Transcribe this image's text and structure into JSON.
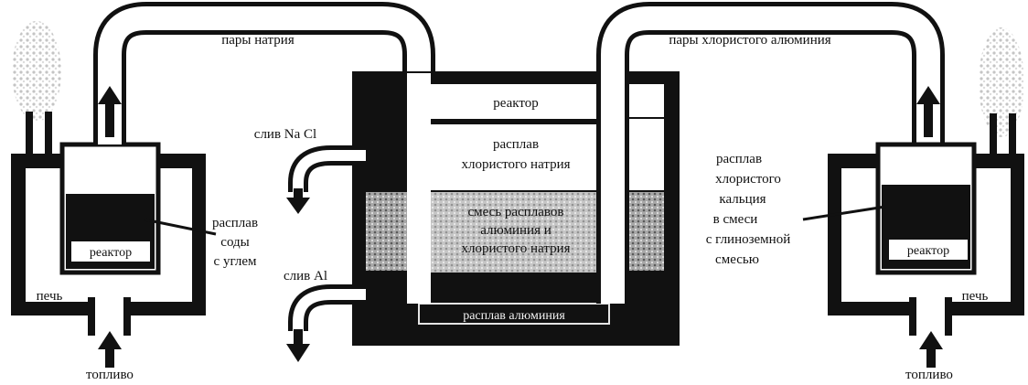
{
  "labels": {
    "sodium_vapor": "пары натрия",
    "aluminum_chloride_vapor": "пары хлористого алюминия",
    "reactor_top": "реактор",
    "nacl_tap": "слив Na Cl",
    "molten_sodium_chloride": [
      "расплав",
      "хлористого натрия"
    ],
    "mixture": [
      "смесь расплавов",
      "алюминия и",
      "хлористого натрия"
    ],
    "molten_aluminum": "расплав алюминия",
    "molten_soda": [
      "расплав",
      "соды",
      "с углем"
    ],
    "al_tap": "слив Al",
    "reactor_left": "реактор",
    "reactor_right": "реактор",
    "furnace_left": "печь",
    "furnace_right": "печь",
    "fuel_left": "топливо",
    "fuel_right": "топливо",
    "molten_calcium_chloride": [
      "расплав",
      "хлористого",
      "кальция",
      "в смеси",
      "с глиноземной",
      "смесью"
    ]
  },
  "colors": {
    "ink": "#111111",
    "paper": "#ffffff",
    "mixture_fill": "#9a9a9a",
    "smoke": "#d8d8d8"
  }
}
